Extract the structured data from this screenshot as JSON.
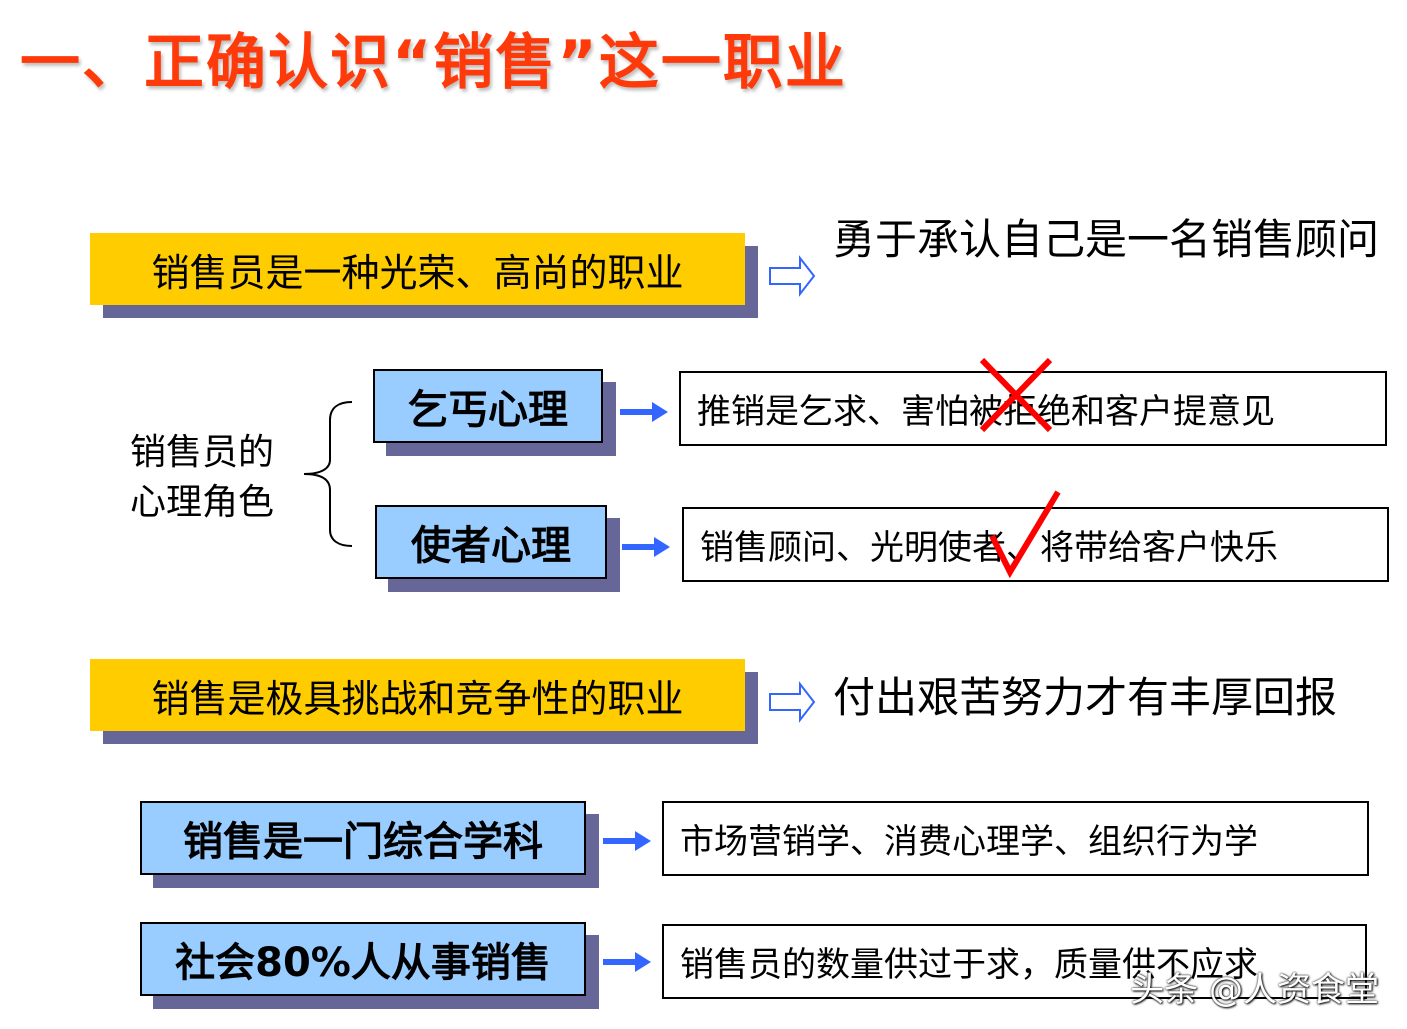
{
  "title": "一、正确认识“销售”这一职业",
  "section1": {
    "box": "销售员是一种光荣、高尚的职业",
    "result": "勇于承认自己是一名销售顾问"
  },
  "roles": {
    "label_line1": "销售员的",
    "label_line2": "心理角色",
    "beggar": {
      "box": "乞丐心理",
      "result": "推销是乞求、害怕被拒绝和客户提意见",
      "mark": "wrong"
    },
    "envoy": {
      "box": "使者心理",
      "result": "销售顾问、光明使者、将带给客户快乐",
      "mark": "correct"
    }
  },
  "section2": {
    "box": "销售是极具挑战和竞争性的职业",
    "result": "付出艰苦努力才有丰厚回报"
  },
  "section3": {
    "box": "销售是一门综合学科",
    "result": "市场营销学、消费心理学、组织行为学"
  },
  "section4": {
    "box": "社会80%人从事销售",
    "result": "销售员的数量供过于求，质量供不应求"
  },
  "watermark": "头条 @人资食堂",
  "colors": {
    "title": "#FF3A0A",
    "yellow": "#FFCC00",
    "blue": "#99CCFF",
    "shadow": "#666699",
    "arrow": "#3366FF",
    "mark": "#FF0000"
  }
}
